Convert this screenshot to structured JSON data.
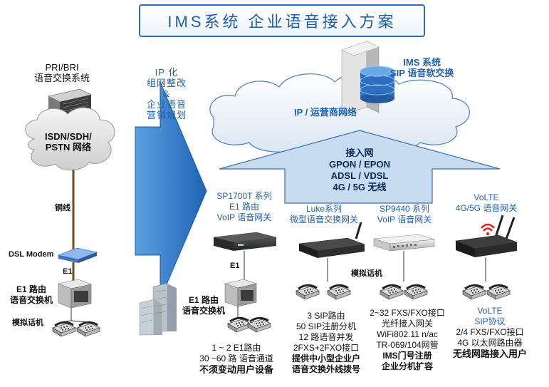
{
  "title": "IMS系统  企业语音接入方案",
  "left": {
    "pbx_label": [
      "PRI/BRI",
      "语音交换系统"
    ],
    "cloud_label": [
      "ISDN/SDH/",
      "PSTN 网络"
    ],
    "copper_label": "铜线",
    "dsl_label": "DSL Modem",
    "e1_label": "E1",
    "e1_router_label": [
      "E1 路由",
      "语音交换机"
    ],
    "phones_label": "模拟话机"
  },
  "middle": {
    "transform_text": [
      "IP 化",
      "组网整改",
      "&",
      "企业语音",
      "营销规划"
    ]
  },
  "top": {
    "ims_label": [
      "IMS 系统",
      "SIP 语音软交换"
    ],
    "cloud_label": "IP / 运营商网络"
  },
  "access": {
    "title": "接入网",
    "lines": [
      "GPON / EPON",
      "ADSL / VDSL",
      "4G / 5G 无线"
    ]
  },
  "products": [
    {
      "header": [
        "SP1700T 系列",
        "E1 路由",
        "VoIP 语音网关"
      ],
      "e1_label": "E1",
      "sub_label": [
        "E1 路由",
        "语音交换机"
      ],
      "desc": [
        "1 ~ 2 E1路由",
        "30 ~60 路 语音通道"
      ],
      "desc_bold": [
        "不须变动用户设备"
      ]
    },
    {
      "header": [
        "Luke系列",
        "微型语音交换网关"
      ],
      "desc": [
        "3 SIP路由",
        "50 SIP注册分机",
        "12 路语音并发",
        "2FXS+2FXO接口"
      ],
      "desc_bold": [
        "提供中小型企业户",
        "语音交换外线拨号"
      ]
    },
    {
      "header": [
        "SP9440 系列",
        "VoIP 语音网关"
      ],
      "phones_label": "模拟话机",
      "desc": [
        "2~32 FXS/FXO接口",
        "光纤接入网关",
        "WiFi802.11 n/ac",
        "TR-069/104网管"
      ],
      "desc_bold": [
        "IMS门号注册",
        "企业分机扩容"
      ]
    },
    {
      "header": [
        "VoLTE",
        "4G/5G 语音网关"
      ],
      "desc": [
        "VoLTE",
        "SIP协议",
        "2/4 FXS/FXO接口",
        "4G 以太网路由器"
      ],
      "desc_bold": [
        "无线网路接入用户"
      ]
    }
  ],
  "colors": {
    "title_text": "#1f5fa8",
    "arrow_blue": "#2e78c8",
    "access_fill": "#c7dcf0",
    "cloud_fill": "#dcdcdc"
  }
}
